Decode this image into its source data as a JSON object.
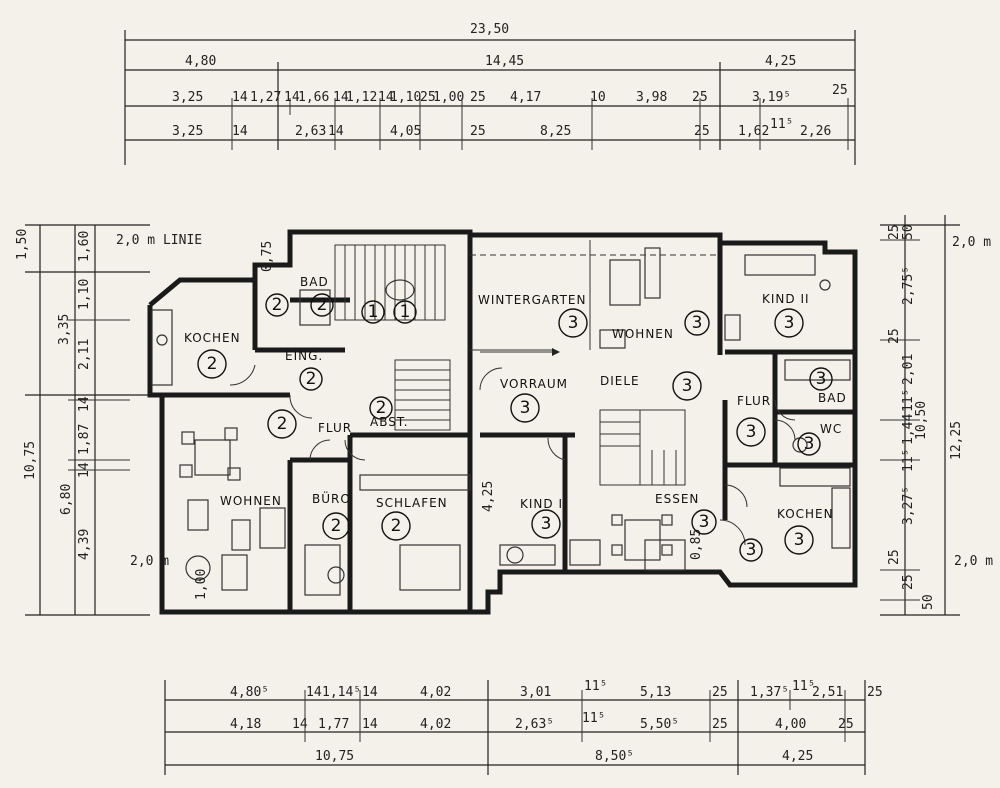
{
  "top_dims": {
    "total": "23,50",
    "row2": [
      "4,80",
      "14,45",
      "4,25"
    ],
    "row3": [
      "3,25",
      "14",
      "1,27",
      "14",
      "1,66",
      "14",
      "1,12",
      "14",
      "1,10",
      "25",
      "1,00",
      "25",
      "4,17",
      "10",
      "3,98",
      "25",
      "3,19⁵",
      "25"
    ],
    "row4": [
      "3,25",
      "14",
      "2,63",
      "14",
      "4,05",
      "25",
      "8,25",
      "25",
      "1,62",
      "11⁵",
      "2,26"
    ]
  },
  "bottom_dims": {
    "row1": [
      "4,80⁵",
      "14",
      "1,14⁵",
      "14",
      "4,02",
      "3,01",
      "11⁵",
      "5,13",
      "25",
      "1,37⁵",
      "11⁵",
      "2,51",
      "25"
    ],
    "row2": [
      "4,18",
      "14",
      "1,77",
      "14",
      "4,02",
      "2,63⁵",
      "11⁵",
      "5,50⁵",
      "25",
      "4,00",
      "25"
    ],
    "row3": [
      "10,75",
      "8,50⁵",
      "4,25"
    ]
  },
  "left_dims": {
    "outer": [
      "1,50",
      "10,75"
    ],
    "middle": [
      "3,35",
      "6,80"
    ],
    "inner": [
      "1,60",
      "1,10",
      "2,11",
      "14",
      "1,87",
      "14",
      "4,39"
    ],
    "line_label": "2,0 m LINIE",
    "bottom_label": "2,0 m"
  },
  "right_dims": {
    "outer": [
      "10,50",
      "12,25"
    ],
    "inner": [
      "25",
      "50",
      "2,75⁵",
      "25",
      "2,01",
      "11⁵",
      "1,44",
      "11⁵",
      "3,27⁵",
      "25",
      "25",
      "50"
    ],
    "line_top": "2,0 m LINIE",
    "line_bottom": "2,0 m L."
  },
  "rooms": {
    "kochen_left": "KOCHEN",
    "bad_left": "BAD",
    "eing": "EING.",
    "flur_left": "FLUR",
    "abst": "ABST.",
    "wohnen_left": "WOHNEN",
    "buro": "BÜRO",
    "schlafen": "SCHLAFEN",
    "wintergarten": "WINTERGARTEN",
    "wohnen_right": "WOHNEN",
    "vorraum": "VORRAUM",
    "diele": "DIELE",
    "kind1": "KIND I",
    "essen": "ESSEN",
    "kind2": "KIND II",
    "flur_right": "FLUR",
    "bad_right": "BAD",
    "wc": "WC",
    "kochen_right": "KOCHEN"
  },
  "inner_dims": [
    "0,75",
    "4,25",
    "0,85",
    "1,00"
  ],
  "unit_markers": {
    "one": "1",
    "two": "2",
    "three": "3"
  }
}
